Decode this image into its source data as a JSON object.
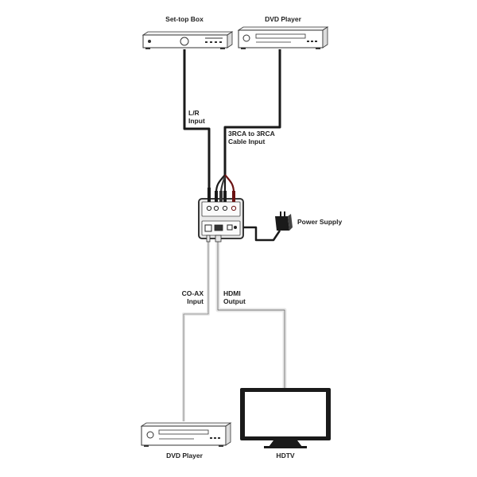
{
  "labels": {
    "set_top_box": "Set-top Box",
    "dvd_player_top": "DVD Player",
    "lr_input_line1": "L/R",
    "lr_input_line2": "Input",
    "rca_line1": "3RCA to 3RCA",
    "rca_line2": "Cable Input",
    "power_supply": "Power Supply",
    "coax_line1": "CO-AX",
    "coax_line2": "Input",
    "hdmi_line1": "HDMI",
    "hdmi_line2": "Output",
    "dvd_player_bottom": "DVD Player",
    "hdtv": "HDTV"
  },
  "colors": {
    "cable_dark": "#1a1a1a",
    "cable_light": "#e6e6e6",
    "rca_red": "#6b1212",
    "unit_body": "#e9e9e9"
  }
}
